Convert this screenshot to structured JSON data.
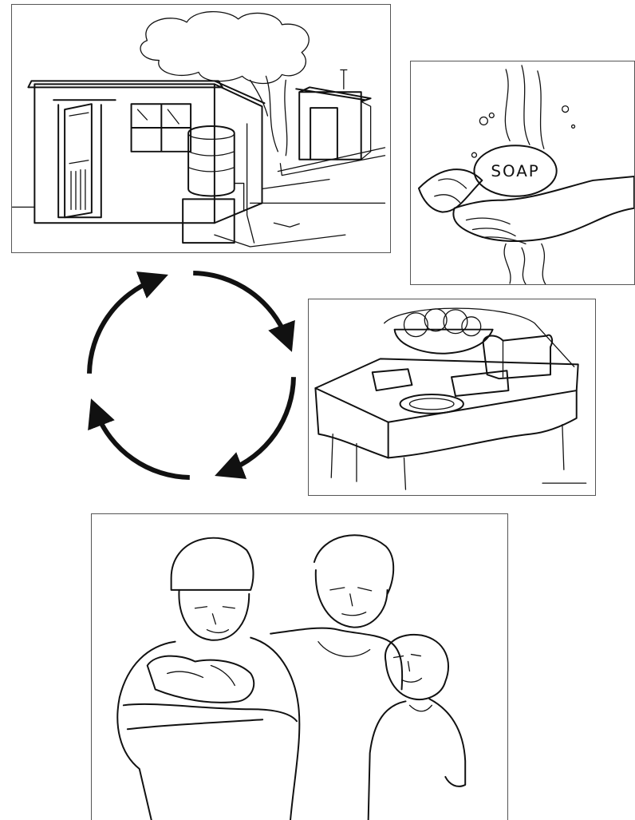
{
  "panels": [
    {
      "id": "house",
      "icon": "house-with-latrine-and-water-tank-icon"
    },
    {
      "id": "hands",
      "icon": "hands-washing-with-soap-icon"
    },
    {
      "id": "table",
      "icon": "covered-food-table-icon"
    },
    {
      "id": "family",
      "icon": "healthy-family-icon"
    }
  ],
  "soap_label": "SOAP",
  "cycle": {
    "arrow_count": 4,
    "direction": "clockwise",
    "color": "#111111"
  }
}
